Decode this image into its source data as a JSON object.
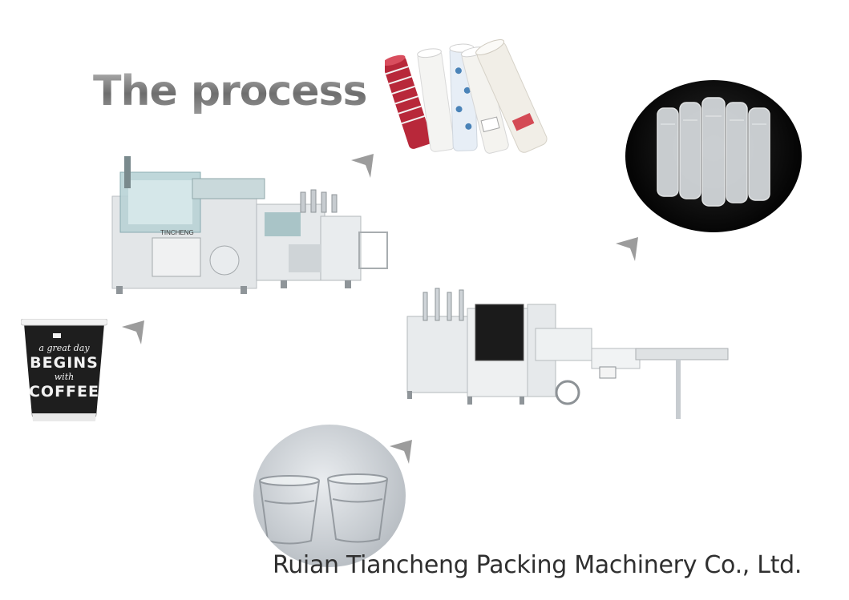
{
  "title": "The process",
  "cup": {
    "line1": "a great day",
    "line2": "BEGINS",
    "line3": "with",
    "line4": "COFFEE"
  },
  "machine_brand": "TINCHENG",
  "company": "Ruian Tiancheng Packing Machinery Co., Ltd.",
  "colors": {
    "title_gray": "#8a8a8a",
    "arrow_gray": "#9c9c9c",
    "machine_panel": "#dfe3e6",
    "machine_glass": "#b9d3d6",
    "cup_black": "#1e1e1e"
  }
}
